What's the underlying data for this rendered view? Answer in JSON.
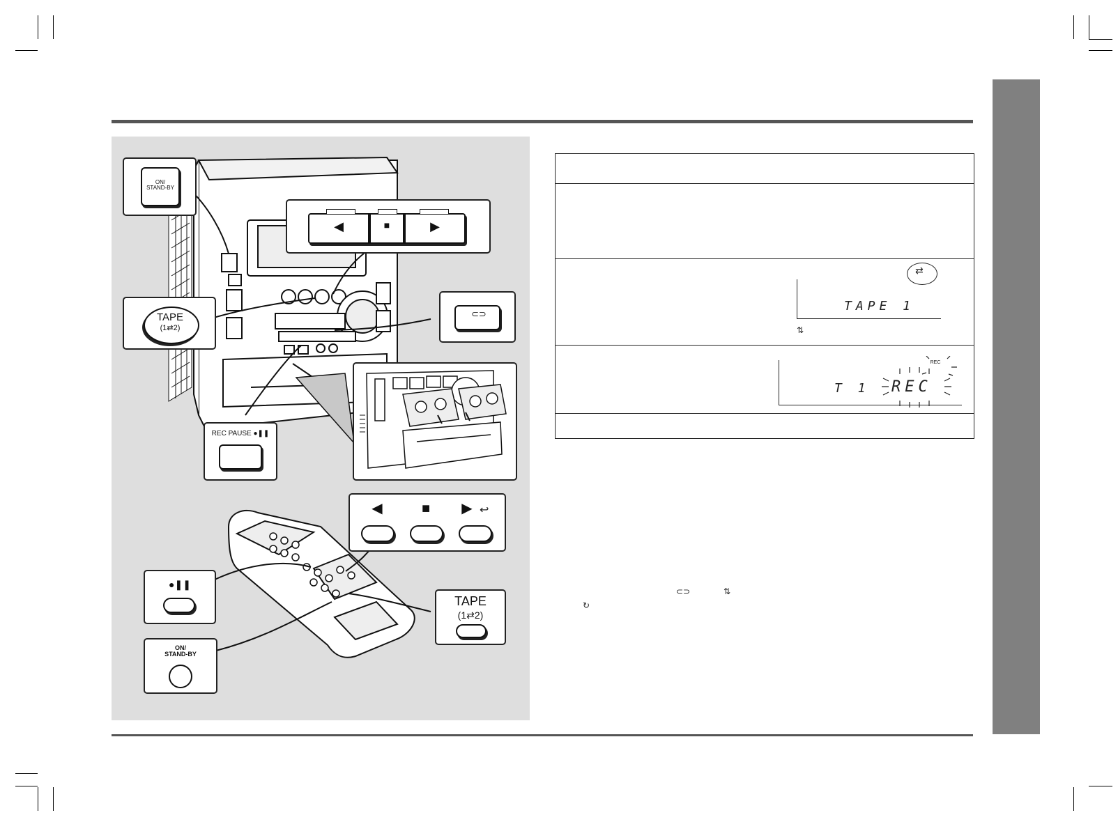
{
  "unit_labels": {
    "on_standby": "ON/\nSTAND-BY",
    "tape": "TAPE",
    "tape_sub": "(1⇄2)",
    "rec_pause": "REC PAUSE ●❚❚",
    "rewind": "◀",
    "stop": "■",
    "play": "▶"
  },
  "remote_labels": {
    "rec_pause": "●❚❚",
    "on_standby": "ON/\nSTAND-BY",
    "tape": "TAPE",
    "tape_sub": "(1⇄2)",
    "rewind": "◀",
    "stop": "■",
    "play": "▶"
  },
  "displays": {
    "tape_display": "TAPE 1",
    "rec_display_left": "T 1",
    "rec_display_right": "REC",
    "rec_indicator": "REC"
  },
  "colors": {
    "panel_bg": "#dedede",
    "side_tab": "#808080",
    "rule": "#555555"
  }
}
